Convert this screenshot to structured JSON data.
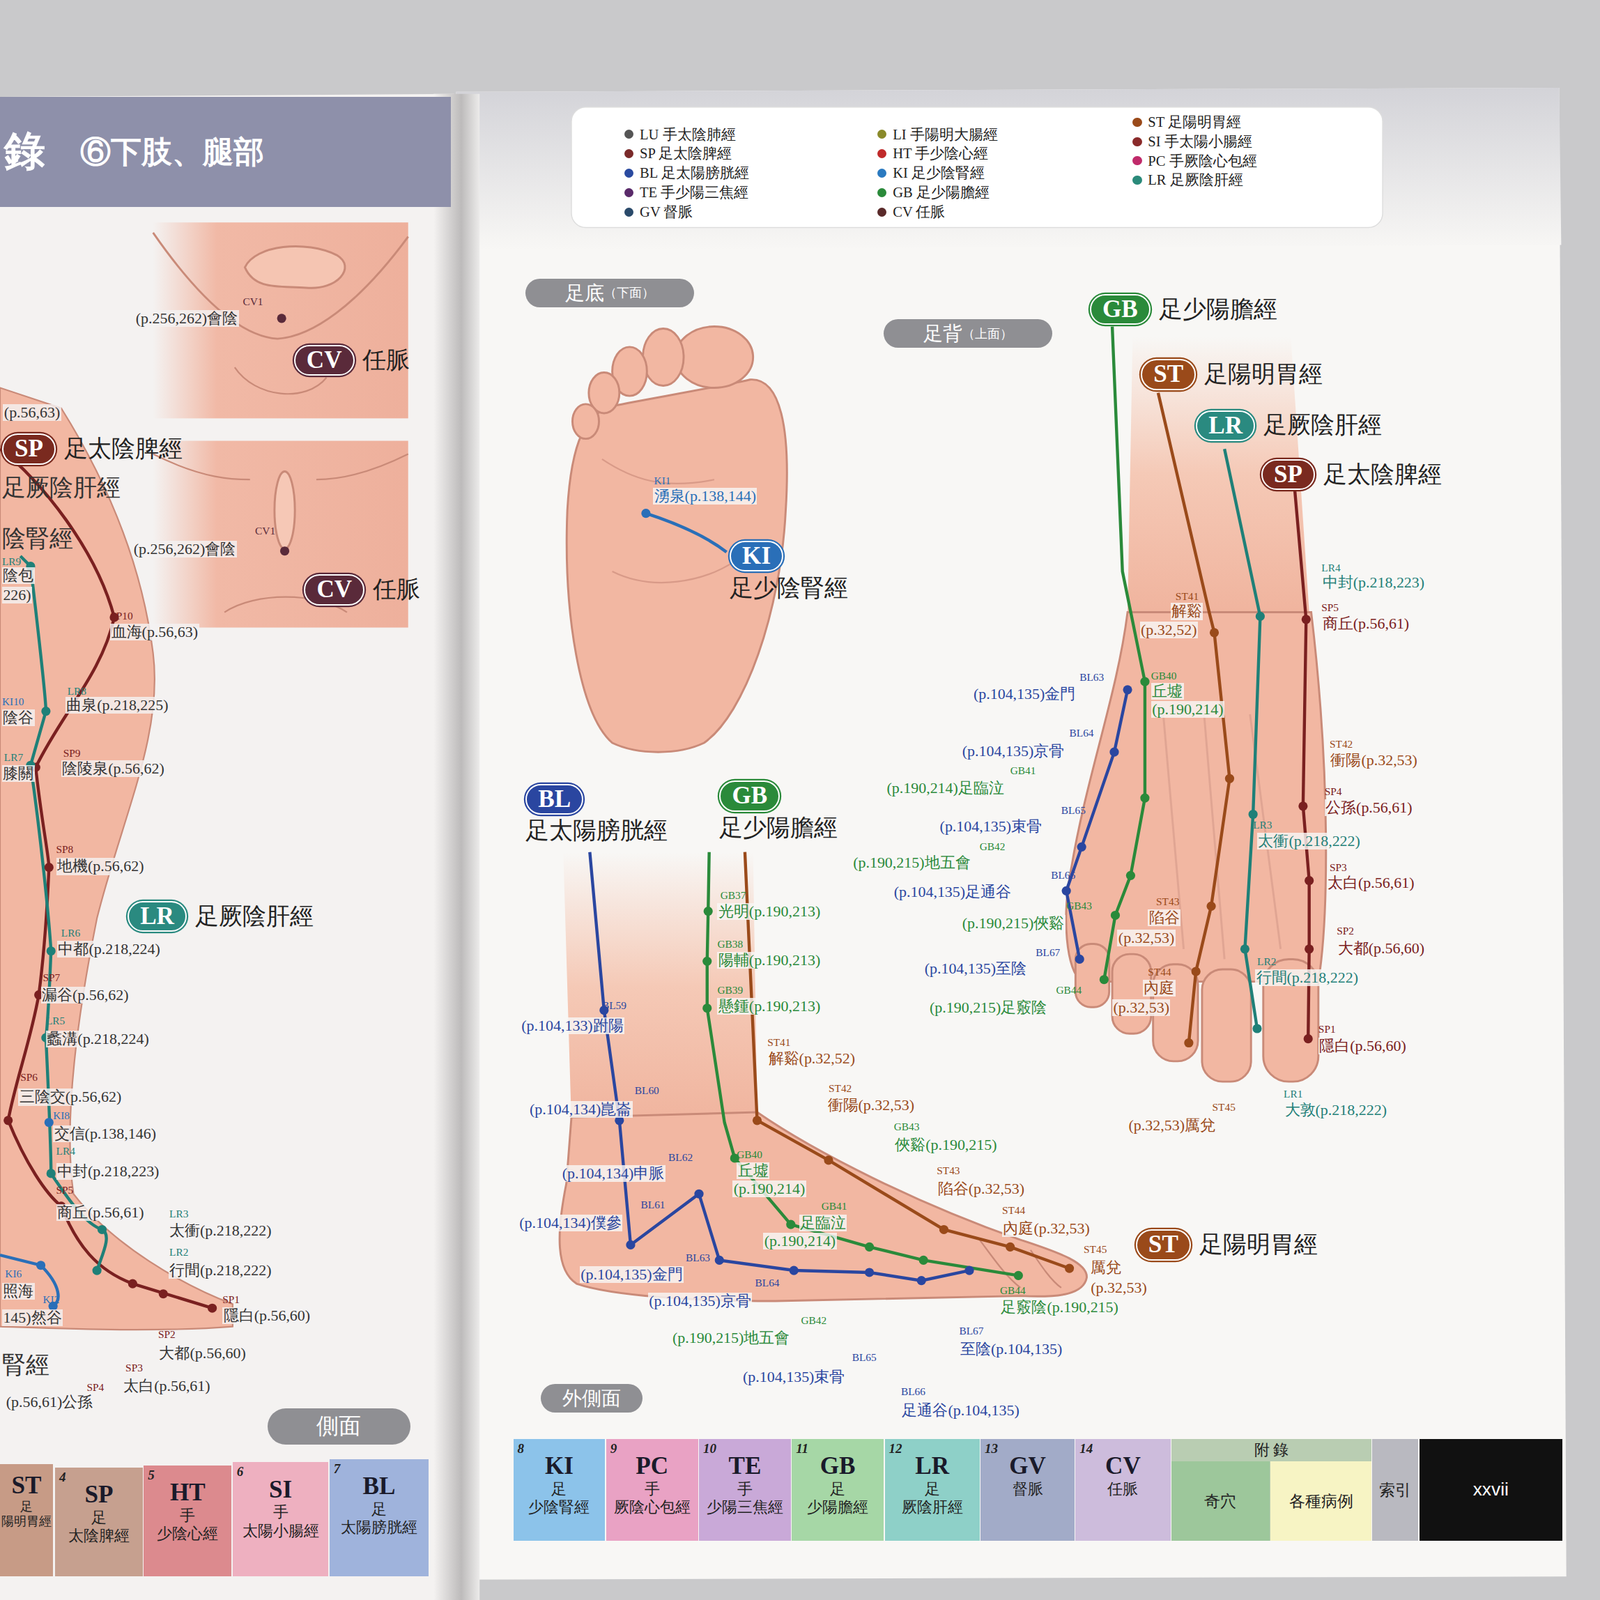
{
  "diagram": {
    "nodes": [
      {
        "text": [
          "錄",
          "⑥下肢、腿部"
        ]
      },
      {
        "text": [
          "CV",
          "任脈"
        ]
      },
      {
        "text": [
          "SP",
          "足太陰脾經"
        ]
      },
      {
        "text": [
          "CV",
          "任脈"
        ]
      },
      {
        "text": [
          "LR",
          "足厥陰肝經"
        ]
      },
      {
        "text": [
          "側面"
        ]
      },
      {
        "text": [
          "足底",
          "（下面）"
        ]
      },
      {
        "text": [
          "足背",
          "（上面）"
        ]
      },
      {
        "text": [
          "GB",
          "足少陽膽經"
        ]
      },
      {
        "text": [
          "ST",
          "足陽明胃經"
        ]
      },
      {
        "text": [
          "LR",
          "足厥陰肝經"
        ]
      },
      {
        "text": [
          "SP",
          "足太陰脾經"
        ]
      },
      {
        "text": [
          "KI",
          "足少陰腎經"
        ]
      },
      {
        "text": [
          "BL",
          "足太陽膀胱經"
        ]
      },
      {
        "text": [
          "GB",
          "足少陽膽經"
        ]
      },
      {
        "text": [
          "ST",
          "足陽明胃經"
        ]
      },
      {
        "text": [
          "外側面"
        ]
      },
      {
        "text": [
          "ST",
          "足",
          "陽明胃經"
        ]
      },
      {
        "text": [
          "4",
          "SP",
          "足",
          "太陰脾經"
        ]
      },
      {
        "text": [
          "5",
          "HT",
          "手",
          "少陰心經"
        ]
      },
      {
        "text": [
          "6",
          "SI",
          "手",
          "太陽小腸經"
        ]
      },
      {
        "text": [
          "7",
          "BL",
          "足",
          "太陽膀胱經"
        ]
      },
      {
        "text": [
          "8",
          "KI",
          "足",
          "少陰腎經"
        ]
      },
      {
        "text": [
          "9",
          "PC",
          "手",
          "厥陰心包經"
        ]
      },
      {
        "text": [
          "10",
          "TE",
          "手",
          "少陽三焦經"
        ]
      },
      {
        "text": [
          "11",
          "GB",
          "足",
          "少陽膽經"
        ]
      },
      {
        "text": [
          "12",
          "LR",
          "足",
          "厥陰肝經"
        ]
      },
      {
        "text": [
          "13",
          "GV",
          "督脈"
        ]
      },
      {
        "text": [
          "14",
          "CV",
          "任脈"
        ]
      },
      {
        "text": [
          "附 錄"
        ]
      },
      {
        "text": [
          "奇穴"
        ],
        "in": 29
      },
      {
        "text": [
          "各種病例"
        ],
        "in": 29
      },
      {
        "text": [
          "索引"
        ]
      },
      {
        "text": [
          "xxvii"
        ]
      }
    ],
    "labels": [
      "(p.56,63)",
      "足厥陰肝經",
      "陰腎經",
      "LR9",
      "陰包",
      "226)",
      "SP10",
      "血海(p.56,63)",
      "KI10",
      "陰谷",
      "LR8",
      "曲泉(p.218,225)",
      "LR7",
      "膝關",
      "SP9",
      "陰陵泉(p.56,62)",
      "SP8",
      "地機(p.56,62)",
      "LR6",
      "中都(p.218,224)",
      "SP7",
      "漏谷(p.56,62)",
      "LR5",
      "蠡溝(p.218,224)",
      "SP6",
      "三陰交(p.56,62)",
      "KI8",
      "交信(p.138,146)",
      "LR4",
      "中封(p.218,223)",
      "SP5",
      "商丘(p.56,61)",
      "LR3",
      "太衝(p.218,222)",
      "LR2",
      "行間(p.218,222)",
      "KI6",
      "照海",
      "KI2",
      "145)然谷",
      "SP1",
      "隱白(p.56,60)",
      "SP2",
      "大都(p.56,60)",
      "腎經",
      "SP3",
      "太白(p.56,61)",
      "SP4",
      "(p.56,61)公孫",
      "CV1",
      "(p.256,262)會陰",
      "CV1",
      "(p.256,262)會陰",
      "KI1",
      "湧泉(p.138,144)",
      "LR4",
      "中封(p.218,223)",
      "SP5",
      "商丘(p.56,61)",
      "ST41",
      "解谿",
      "(p.32,52)",
      "BL63",
      "(p.104,135)金門",
      "GB40",
      "丘墟",
      "(p.190,214)",
      "BL64",
      "(p.104,135)京骨",
      "ST42",
      "衝陽(p.32,53)",
      "GB41",
      "(p.190,214)足臨泣",
      "SP4",
      "公孫(p.56,61)",
      "BL65",
      "(p.104,135)束骨",
      "LR3",
      "太衝(p.218,222)",
      "GB42",
      "(p.190,215)地五會",
      "SP3",
      "太白(p.56,61)",
      "BL66",
      "(p.104,135)足通谷",
      "ST43",
      "陷谷",
      "(p.32,53)",
      "GB43",
      "(p.190,215)俠谿",
      "SP2",
      "大都(p.56,60)",
      "BL67",
      "(p.104,135)至陰",
      "LR2",
      "行間(p.218,222)",
      "ST44",
      "內庭",
      "(p.32,53)",
      "GB44",
      "(p.190,215)足竅陰",
      "SP1",
      "隱白(p.56,60)",
      "LR1",
      "大敦(p.218,222)",
      "ST45",
      "(p.32,53)厲兌",
      "GB37",
      "光明(p.190,213)",
      "GB38",
      "陽輔(p.190,213)",
      "GB39",
      "懸鍾(p.190,213)",
      "BL59",
      "(p.104,133)跗陽",
      "ST41",
      "解谿(p.32,52)",
      "ST42",
      "衝陽(p.32,53)",
      "BL60",
      "(p.104,134)崑崙",
      "GB43",
      "俠谿(p.190,215)",
      "BL62",
      "(p.104,134)申脈",
      "GB40",
      "丘墟",
      "(p.190,214)",
      "ST43",
      "陷谷(p.32,53)",
      "BL61",
      "(p.104,134)僕參",
      "GB41",
      "足臨泣",
      "(p.190,214)",
      "ST44",
      "內庭(p.32,53)",
      "ST45",
      "厲兌",
      "(p.32,53)",
      "BL63",
      "(p.104,135)金門",
      "BL64",
      "(p.104,135)京骨",
      "GB44",
      "足竅陰(p.190,215)",
      "GB42",
      "(p.190,215)地五會",
      "BL67",
      "至陰(p.104,135)",
      "BL65",
      "(p.104,135)束骨",
      "BL66",
      "足通谷(p.104,135)"
    ],
    "legend": [
      {
        "text": "LU 手太陰肺經",
        "color": "#555555"
      },
      {
        "text": "SP 足太陰脾經",
        "color": "#7a2a2a"
      },
      {
        "text": "BL 足太陽膀胱經",
        "color": "#2a4aa0"
      },
      {
        "text": "TE 手少陽三焦經",
        "color": "#5a2a6a"
      },
      {
        "text": "GV 督脈",
        "color": "#2a4a6a"
      },
      {
        "text": "LI 手陽明大腸經",
        "color": "#8a8a2a"
      },
      {
        "text": "HT 手少陰心經",
        "color": "#c02a2a"
      },
      {
        "text": "KI 足少陰腎經",
        "color": "#2a7ac0"
      },
      {
        "text": "GB 足少陽膽經",
        "color": "#2a8a3a"
      },
      {
        "text": "CV 任脈",
        "color": "#5a2a2a"
      },
      {
        "text": "ST 足陽明胃經",
        "color": "#9a4a1a"
      },
      {
        "text": "SI 手太陽小腸經",
        "color": "#8a2a2a"
      },
      {
        "text": "PC 手厥陰心包經",
        "color": "#c02a6a"
      },
      {
        "text": "LR 足厥陰肝經",
        "color": "#2a8a7a"
      }
    ]
  }
}
